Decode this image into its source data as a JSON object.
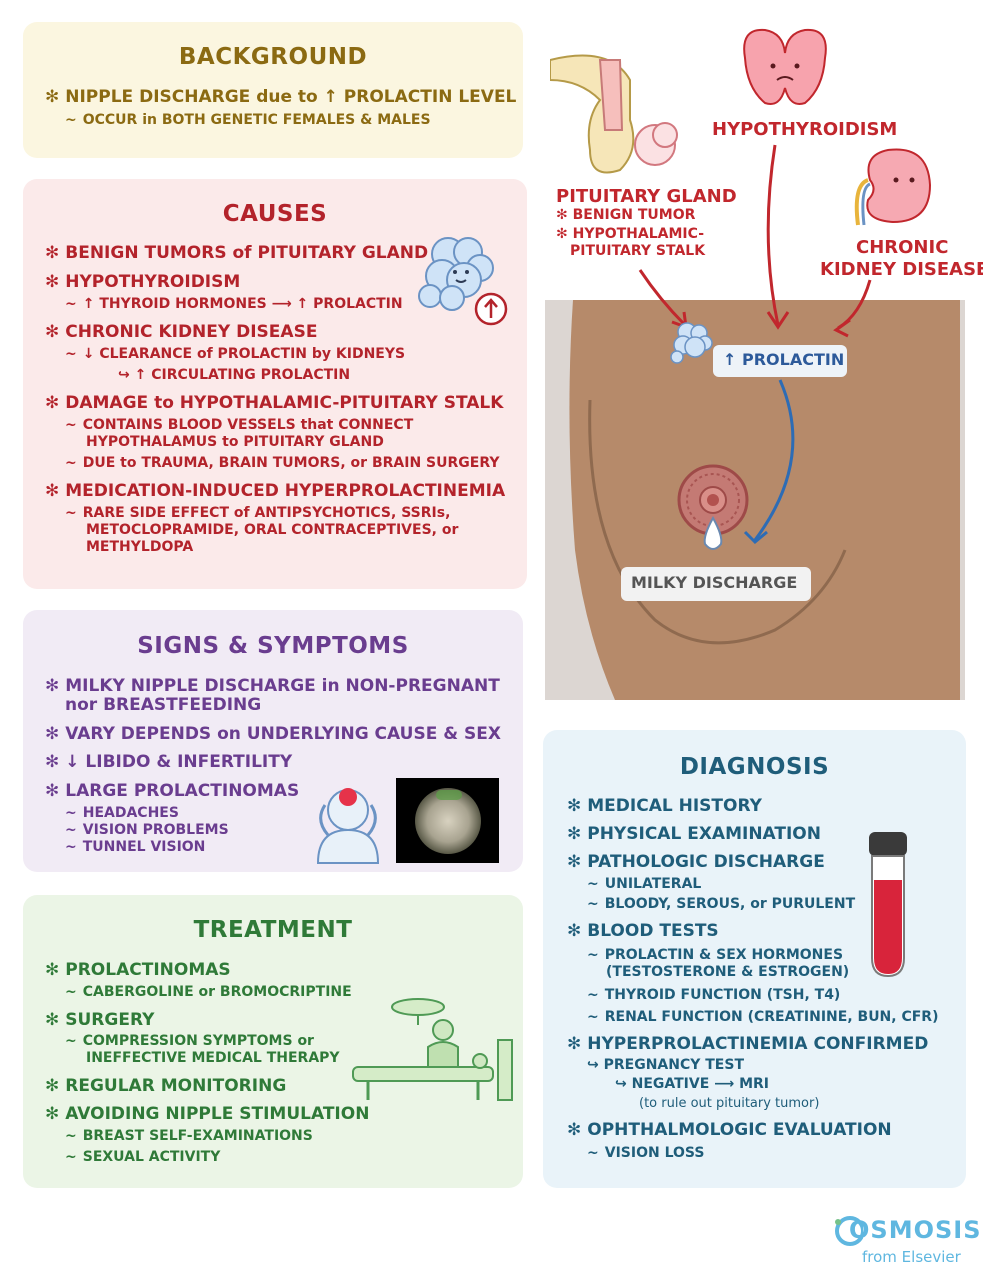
{
  "background": {
    "title": "BACKGROUND",
    "items": [
      "NIPPLE DISCHARGE due to ↑ PROLACTIN LEVEL",
      "OCCUR in BOTH GENETIC FEMALES & MALES"
    ]
  },
  "causes": {
    "title": "CAUSES",
    "lines": [
      "BENIGN TUMORS of PITUITARY GLAND",
      "HYPOTHYROIDISM",
      "↑ THYROID HORMONES ⟶ ↑ PROLACTIN",
      "CHRONIC KIDNEY DISEASE",
      "↓ CLEARANCE of PROLACTIN by KIDNEYS",
      "↪ ↑ CIRCULATING PROLACTIN",
      "DAMAGE to HYPOTHALAMIC-PITUITARY STALK",
      "CONTAINS BLOOD VESSELS that CONNECT",
      "HYPOTHALAMUS to PITUITARY GLAND",
      "DUE to TRAUMA, BRAIN TUMORS, or BRAIN SURGERY",
      "MEDICATION-INDUCED HYPERPROLACTINEMIA",
      "RARE SIDE EFFECT of ANTIPSYCHOTICS, SSRIs,",
      "METOCLOPRAMIDE, ORAL CONTRACEPTIVES, or",
      "METHYLDOPA"
    ]
  },
  "signs": {
    "title": "SIGNS & SYMPTOMS",
    "lines": [
      "MILKY NIPPLE DISCHARGE in NON-PREGNANT",
      "nor BREASTFEEDING",
      "VARY DEPENDS on UNDERLYING CAUSE & SEX",
      "↓ LIBIDO & INFERTILITY",
      "LARGE PROLACTINOMAS",
      "HEADACHES",
      "VISION PROBLEMS",
      "TUNNEL VISION"
    ]
  },
  "treatment": {
    "title": "TREATMENT",
    "lines": [
      "PROLACTINOMAS",
      "CABERGOLINE or BROMOCRIPTINE",
      "SURGERY",
      "COMPRESSION SYMPTOMS or",
      "INEFFECTIVE MEDICAL THERAPY",
      "REGULAR MONITORING",
      "AVOIDING NIPPLE STIMULATION",
      "BREAST SELF-EXAMINATIONS",
      "SEXUAL ACTIVITY"
    ]
  },
  "diagnosis": {
    "title": "DIAGNOSIS",
    "lines": [
      "MEDICAL HISTORY",
      "PHYSICAL EXAMINATION",
      "PATHOLOGIC DISCHARGE",
      "UNILATERAL",
      "BLOODY, SEROUS, or PURULENT",
      "BLOOD TESTS",
      "PROLACTIN & SEX HORMONES",
      "(TESTOSTERONE & ESTROGEN)",
      "THYROID FUNCTION  (TSH, T4)",
      "RENAL FUNCTION (CREATININE, BUN, CFR)",
      "HYPERPROLACTINEMIA CONFIRMED",
      "↪ PREGNANCY TEST",
      "↪ NEGATIVE ⟶ MRI",
      "(to rule out pituitary tumor)",
      "OPHTHALMOLOGIC EVALUATION",
      "VISION LOSS"
    ]
  },
  "illustration": {
    "pituitary_label": "PITUITARY GLAND",
    "pituitary_sub1": "BENIGN TUMOR",
    "pituitary_sub2": "HYPOTHALAMIC-",
    "pituitary_sub3": "PITUITARY STALK",
    "hypothyroidism_label": "HYPOTHYROIDISM",
    "ckd_line1": "CHRONIC",
    "ckd_line2": "KIDNEY DISEASE",
    "prolactin_label": "↑ PROLACTIN",
    "discharge_label": "MILKY DISCHARGE"
  },
  "brand": {
    "name": "OSMOSIS",
    "sub": "from Elsevier"
  },
  "colors": {
    "background_panel": "#fbf6e0",
    "causes_panel": "#fbeaea",
    "signs_panel": "#f1ebf5",
    "treatment_panel": "#ebf5e6",
    "diagnosis_panel": "#e9f3f9",
    "skin": "#b68a6a"
  }
}
